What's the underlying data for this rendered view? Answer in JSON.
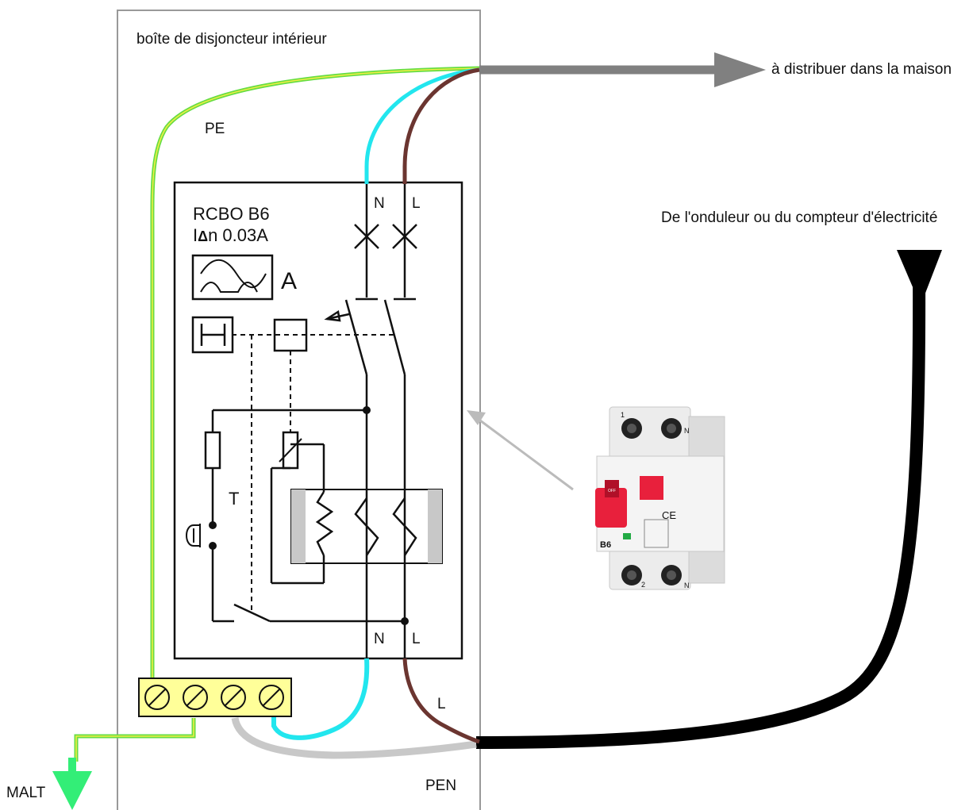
{
  "labels": {
    "box_title": "boîte de disjoncteur intérieur",
    "pe": "PE",
    "distribute": "à distribuer dans la maison",
    "source": "De l'onduleur ou du compteur d'électricité",
    "breaker_name": "RCBO B6",
    "sensitivity_prefix": "I",
    "sensitivity_delta": "Δ",
    "sensitivity_value": "n 0.03A",
    "type_a": "A",
    "n_top": "N",
    "l_top": "L",
    "n_bottom": "N",
    "l_bottom": "L",
    "test_t": "T",
    "l_cable": "L",
    "pen": "PEN",
    "malt": "MALT"
  },
  "product": {
    "terminal_1": "1",
    "terminal_n_top": "N",
    "terminal_2": "2",
    "terminal_n_bottom": "N",
    "rating": "B6",
    "handle_text": "OFF",
    "ce_mark": "CE"
  },
  "colors": {
    "neutral_wire": "#22e6ee",
    "line_wire": "#6b3530",
    "pe_wire_green": "#66dd44",
    "pe_wire_yellow": "#eeee44",
    "pen_wire": "#c8c8c8",
    "source_cable": "#000000",
    "distribution_arrow": "#808080",
    "terminal_block": "#ffff99",
    "earth_arrow": "#33ee77",
    "device_red": "#e8203c"
  }
}
